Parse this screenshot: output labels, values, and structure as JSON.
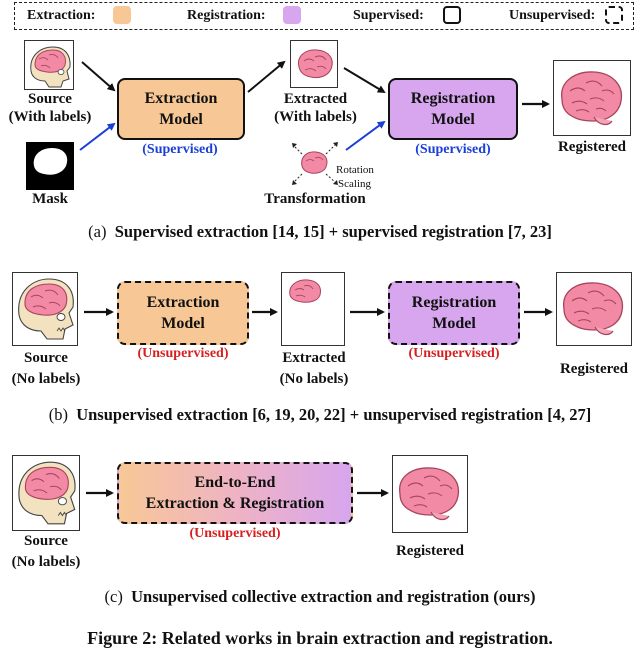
{
  "legend": {
    "extraction": "Extraction:",
    "registration": "Registration:",
    "supervised": "Supervised:",
    "unsupervised": "Unsupervised:"
  },
  "panel_a": {
    "source_label": "Source",
    "source_sub": "(With labels)",
    "mask_label": "Mask",
    "extraction_box": "Extraction\nModel",
    "extraction_tag": "(Supervised)",
    "extracted_label": "Extracted",
    "extracted_sub": "(With labels)",
    "rotation_label": "Rotation",
    "scaling_label": "Scaling",
    "transformation_label": "Transformation",
    "registration_box": "Registration\nModel",
    "registration_tag": "(Supervised)",
    "registered_label": "Registered",
    "caption_prefix": "(a)",
    "caption_text": "Supervised extraction [14, 15] + supervised registration [7, 23]"
  },
  "panel_b": {
    "source_label": "Source",
    "source_sub": "(No labels)",
    "extraction_box": "Extraction\nModel",
    "extraction_tag": "(Unsupervised)",
    "extracted_label": "Extracted",
    "extracted_sub": "(No labels)",
    "registration_box": "Registration\nModel",
    "registration_tag": "(Unsupervised)",
    "registered_label": "Registered",
    "caption_prefix": "(b)",
    "caption_text": "Unsupervised extraction [6, 19, 20, 22] + unsupervised registration [4, 27]"
  },
  "panel_c": {
    "source_label": "Source",
    "source_sub": "(No labels)",
    "e2e_box": "End-to-End\nExtraction & Registration",
    "e2e_tag": "(Unsupervised)",
    "registered_label": "Registered",
    "caption_prefix": "(c)",
    "caption_text": "Unsupervised collective extraction and registration (ours)"
  },
  "figure_caption": "Figure 2: Related works in brain extraction and registration.",
  "colors": {
    "extraction": "#f7c896",
    "registration": "#d7a6ee",
    "supervised_text": "#1a3fd6",
    "unsupervised_text": "#d62020",
    "brain": "#f28aa6"
  }
}
